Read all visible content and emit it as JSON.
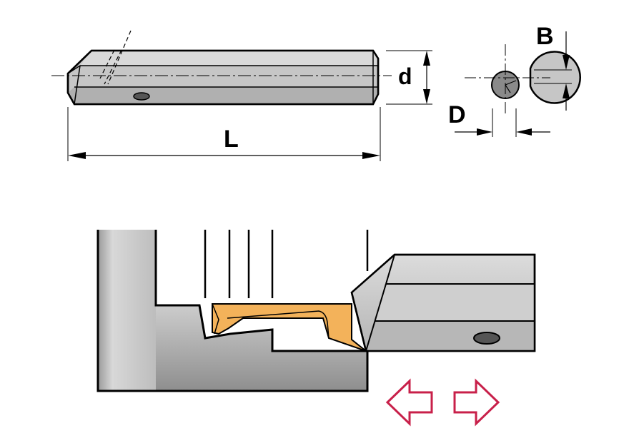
{
  "labels": {
    "length": "L",
    "shank_diameter": "d",
    "bore_diameter": "D",
    "offset": "B"
  },
  "colors": {
    "insert": "#f3b25a",
    "body_gray": "#c8c8c8",
    "workpiece_gray": "#b8b8b8",
    "arrow_red": "#c8204a"
  },
  "icons": {
    "left": "arrow-left-icon",
    "right": "arrow-right-icon"
  }
}
